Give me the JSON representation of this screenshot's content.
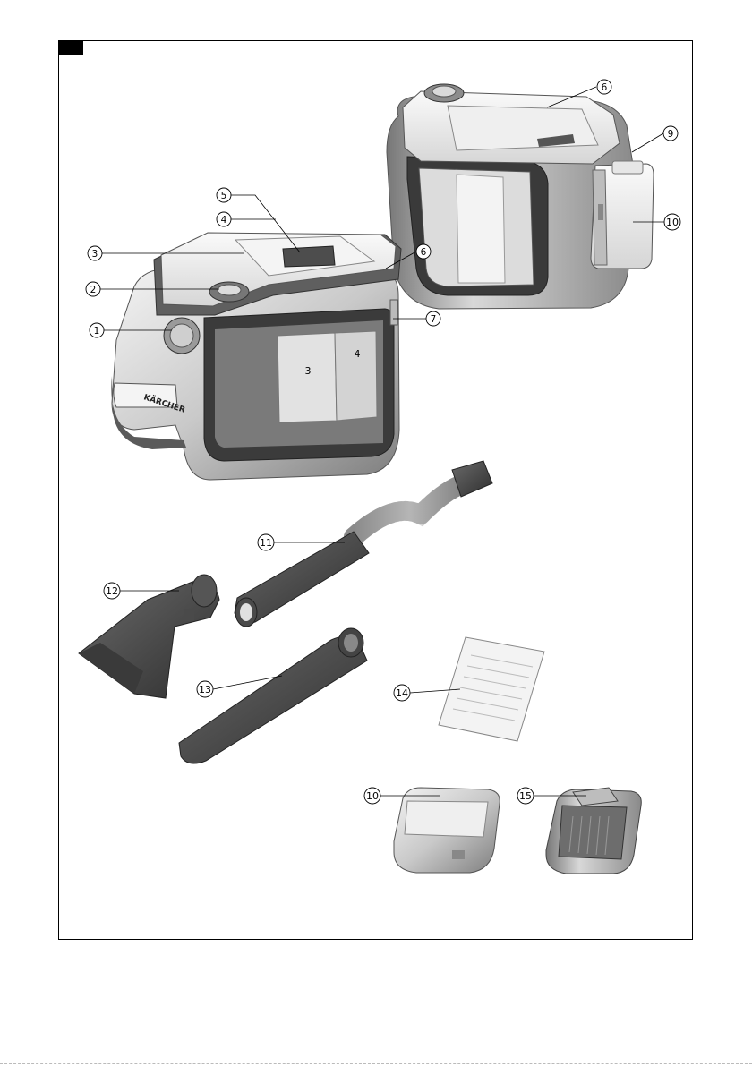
{
  "callouts": [
    "1",
    "2",
    "3",
    "4",
    "5",
    "6",
    "7",
    "6",
    "9",
    "10",
    "11",
    "12",
    "13",
    "14",
    "10",
    "15"
  ],
  "device_labels": [
    "3",
    "4"
  ],
  "brand": "KÄRCHER"
}
